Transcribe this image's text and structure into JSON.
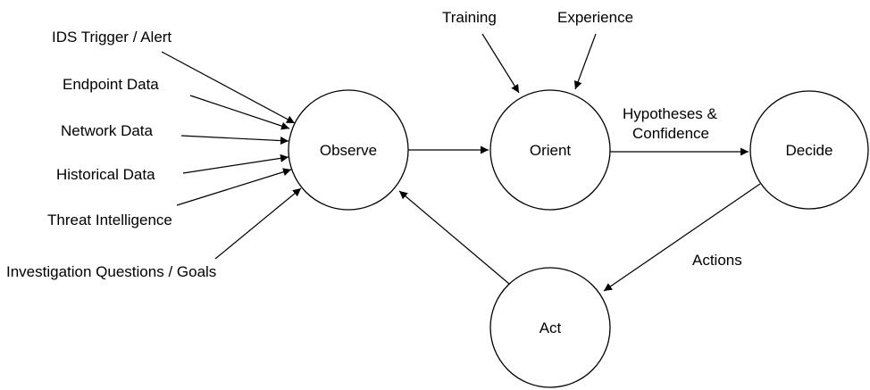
{
  "nodes": {
    "observe": "Observe",
    "orient": "Orient",
    "decide": "Decide",
    "act": "Act"
  },
  "inputs": {
    "ids_trigger": "IDS Trigger / Alert",
    "endpoint_data": "Endpoint Data",
    "network_data": "Network Data",
    "historical_data": "Historical Data",
    "threat_intelligence": "Threat Intelligence",
    "investigation_goals": "Investigation Questions / Goals"
  },
  "orient_inputs": {
    "training": "Training",
    "experience": "Experience"
  },
  "edge_labels": {
    "hypotheses_line1": "Hypotheses &",
    "hypotheses_line2": "Confidence",
    "actions": "Actions"
  },
  "colors": {
    "stroke": "#000000",
    "background": "#ffffff"
  }
}
